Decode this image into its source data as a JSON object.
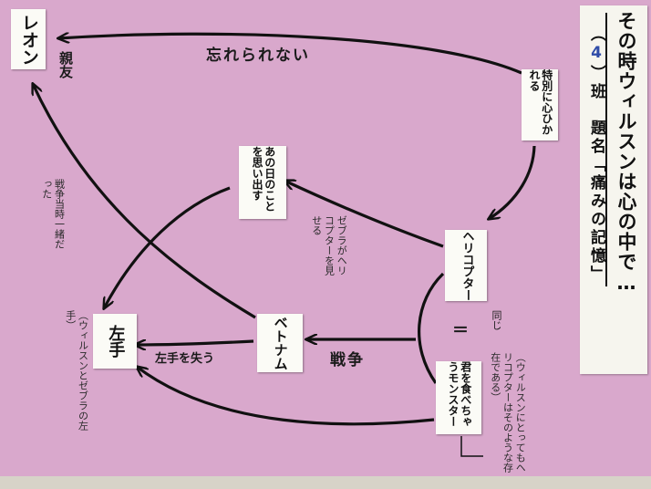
{
  "title": {
    "main": "その時ウィルスンは心の中で…",
    "group_prefix": "（",
    "group_number": "4",
    "group_suffix": "）班　題名「痛みの記憶」",
    "group_number_color": "#2f4ca8"
  },
  "nodes": {
    "leon": "レオン",
    "special": "特別に心ひかれる",
    "memory": "あの日のことを思い出す",
    "helicopter": "ヘリコプター",
    "vietnam": "ベトナム",
    "left_hand": "左手",
    "monster": "君を食べちゃうモンスター"
  },
  "edge_labels": {
    "unforgettable": "忘れられない",
    "best_friend": "親友",
    "war": "戦争",
    "lose_left_hand": "左手を失う",
    "same": "同じ",
    "equals": "＝"
  },
  "notes": {
    "war_time": "戦争当時一緒だった",
    "zebra": "ゼブラがヘリコプターを見せる",
    "left_hand_note": "（ウィルスンとゼブラの左手）",
    "helicopter_note": "（ウィルスンにとってもヘリコプターはそのような存在である）"
  },
  "colors": {
    "background": "#d9a8cc",
    "card": "#fbfbf6",
    "ink": "#111111"
  }
}
